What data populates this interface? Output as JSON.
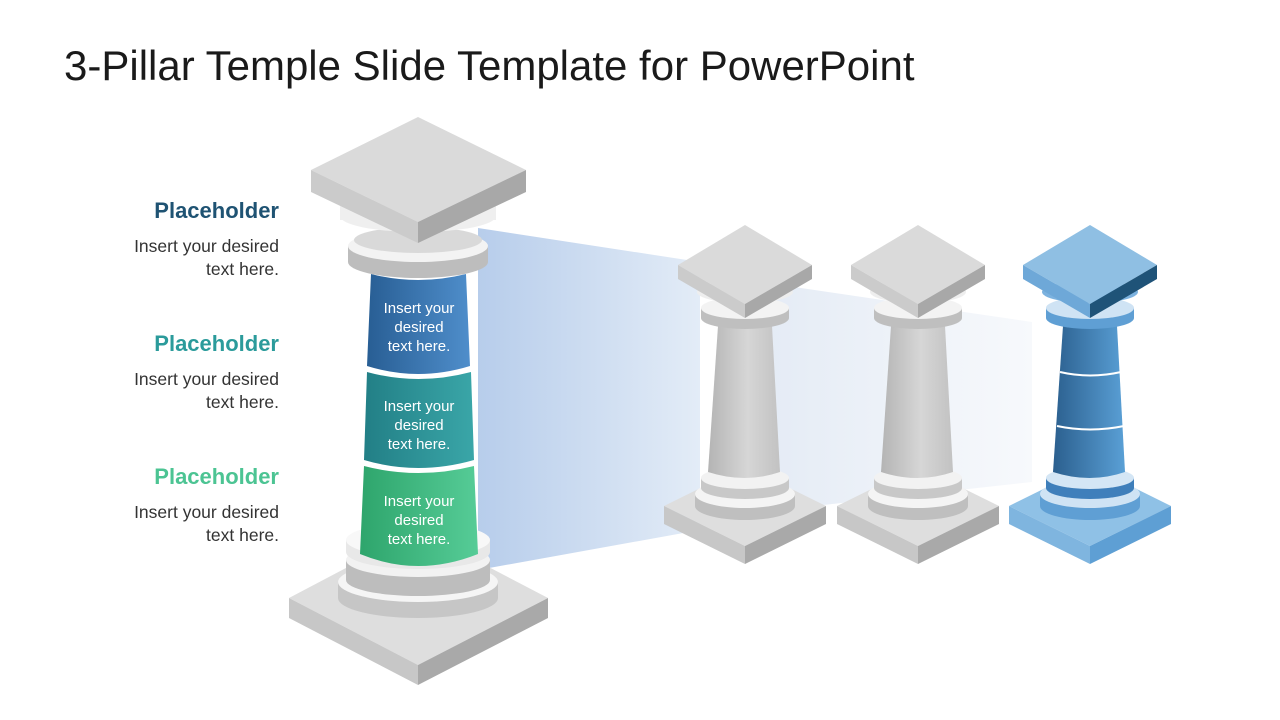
{
  "title": "3-Pillar Temple Slide Template for PowerPoint",
  "labels": [
    {
      "heading": "Placeholder",
      "text_line1": "Insert your desired",
      "text_line2": "text here.",
      "color": "#1f5373"
    },
    {
      "heading": "Placeholder",
      "text_line1": "Insert your desired",
      "text_line2": "text here.",
      "color": "#2b9b9b"
    },
    {
      "heading": "Placeholder",
      "text_line1": "Insert your desired",
      "text_line2": "text here.",
      "color": "#4cc493"
    }
  ],
  "pillar_segments": [
    {
      "line1": "Insert your",
      "line2": "desired",
      "line3": "text here.",
      "color": "#3670a6"
    },
    {
      "line1": "Insert your",
      "line2": "desired",
      "line3": "text here.",
      "color": "#2a8d95"
    },
    {
      "line1": "Insert your",
      "line2": "desired",
      "line3": "text here.",
      "color": "#3cb87e"
    }
  ],
  "colors": {
    "pillar_gray": "#c9c9c9",
    "highlight_blue": "#5a9bd0",
    "projection_blue": "#c3d6ee"
  }
}
